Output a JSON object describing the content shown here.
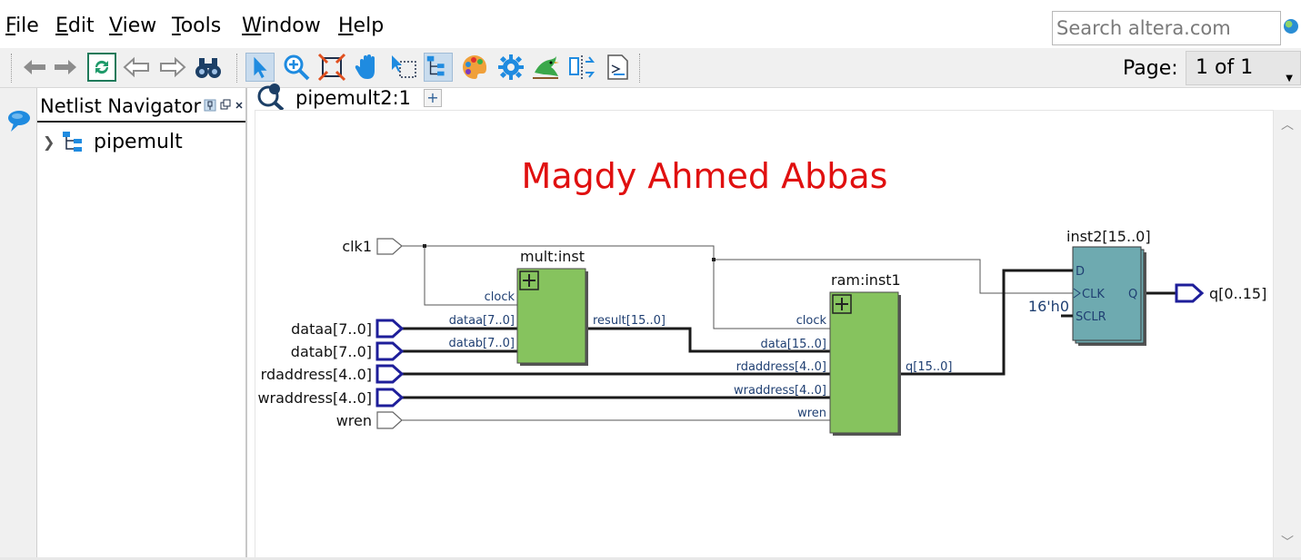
{
  "menu": {
    "items": [
      {
        "label": "File"
      },
      {
        "label": "Edit"
      },
      {
        "label": "View"
      },
      {
        "label": "Tools"
      },
      {
        "label": "Window"
      },
      {
        "label": "Help"
      }
    ]
  },
  "search": {
    "placeholder": "Search altera.com"
  },
  "toolbar": {
    "icons": [
      "back-icon",
      "forward-icon",
      "refresh-icon",
      "back-arrow-icon",
      "forward-arrow-icon",
      "binoculars-icon",
      "select-pointer-icon",
      "zoom-icon",
      "fit-window-icon",
      "pan-hand-icon",
      "rubberband-select-icon",
      "hierarchy-icon",
      "palette-icon",
      "settings-gear-icon",
      "bird-icon",
      "flip-icon",
      "export-icon"
    ],
    "page_label": "Page:",
    "page_value": "1 of 1"
  },
  "netlist": {
    "title": "Netlist Navigator",
    "tree": [
      {
        "label": "pipemult"
      }
    ]
  },
  "tab": {
    "label": "pipemult2:1",
    "add_label": "+"
  },
  "schematic": {
    "watermark": "Magdy Ahmed Abbas",
    "watermark_color": "#e01010",
    "ports": {
      "clk1": "clk1",
      "dataa": "dataa[7..0]",
      "datab": "datab[7..0]",
      "rdaddress": "rdaddress[4..0]",
      "wraddress": "wraddress[4..0]",
      "wren": "wren",
      "q": "q[0..15]"
    },
    "mult": {
      "title": "mult:inst",
      "pins": {
        "clock": "clock",
        "dataa": "dataa[7..0]",
        "datab": "datab[7..0]",
        "result": "result[15..0]"
      }
    },
    "ram": {
      "title": "ram:inst1",
      "pins": {
        "clock": "clock",
        "data": "data[15..0]",
        "rdaddress": "rdaddress[4..0]",
        "wraddress": "wraddress[4..0]",
        "wren": "wren",
        "q": "q[15..0]"
      }
    },
    "reg": {
      "title": "inst2[15..0]",
      "pins": {
        "D": "D",
        "CLK": "CLK",
        "SCLR": "SCLR",
        "Q": "Q"
      },
      "const": "16'h0"
    },
    "colors": {
      "block_fill": "#86c35e",
      "reg_fill": "#6eaab0",
      "bus_port": "#1e1e9a",
      "pin_text": "#1f3f72"
    }
  }
}
